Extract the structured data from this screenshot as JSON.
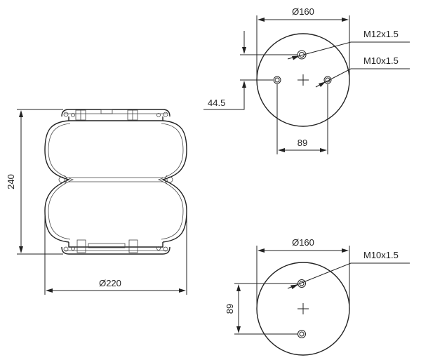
{
  "diagram": {
    "side_view": {
      "height_label": "240",
      "diameter_label": "Ø220"
    },
    "top_plate": {
      "diameter_label": "Ø160",
      "center_thread_label": "M12x1.5",
      "side_thread_label": "M10x1.5",
      "offset_label": "44.5",
      "spacing_label": "89"
    },
    "bottom_plate": {
      "diameter_label": "Ø160",
      "thread_label": "M10x1.5",
      "spacing_label": "89"
    }
  },
  "colors": {
    "line": "#222222",
    "background": "#ffffff"
  }
}
